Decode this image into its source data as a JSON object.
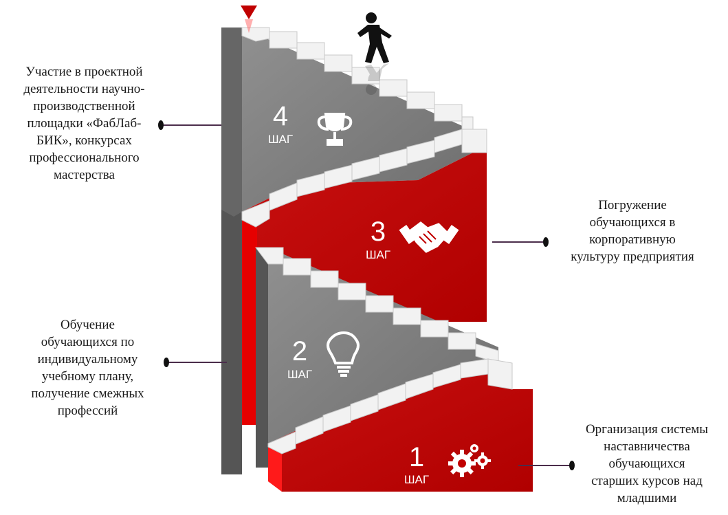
{
  "steps": [
    {
      "number": "1",
      "word": "ШАГ",
      "icon": "gears-icon",
      "text": "Организация системы\nнаставничества\nобучающихся\nстарших курсов над\nмладшими"
    },
    {
      "number": "2",
      "word": "ШАГ",
      "icon": "light-bulb-icon",
      "text": "Обучение\nобучающихся по\nиндивидуальному\nучебному плану,\nполучение смежных\nпрофессий"
    },
    {
      "number": "3",
      "word": "ШАГ",
      "icon": "handshake-icon",
      "text": "Погружение\nобучающихся в\nкорпоративную\nкультуру предприятия"
    },
    {
      "number": "4",
      "word": "ШАГ",
      "icon": "trophy-icon",
      "text": "Участие в проектной\nдеятельности научно-\nпроизводственной\nплощадки «ФабЛаб-\nБИК», конкурсах\nпрофессионального\nмастерства"
    }
  ],
  "colors": {
    "red": "#c00000",
    "red_side": "#e60000",
    "gray": "#7f7f7f",
    "gray_dark": "#555555",
    "stair_top": "#f2f2f2",
    "stair_riser": "#d0d0d0",
    "connector": "#4b2d4b"
  },
  "icons": [
    "walking-person-icon",
    "red-triangle-marker-icon"
  ]
}
